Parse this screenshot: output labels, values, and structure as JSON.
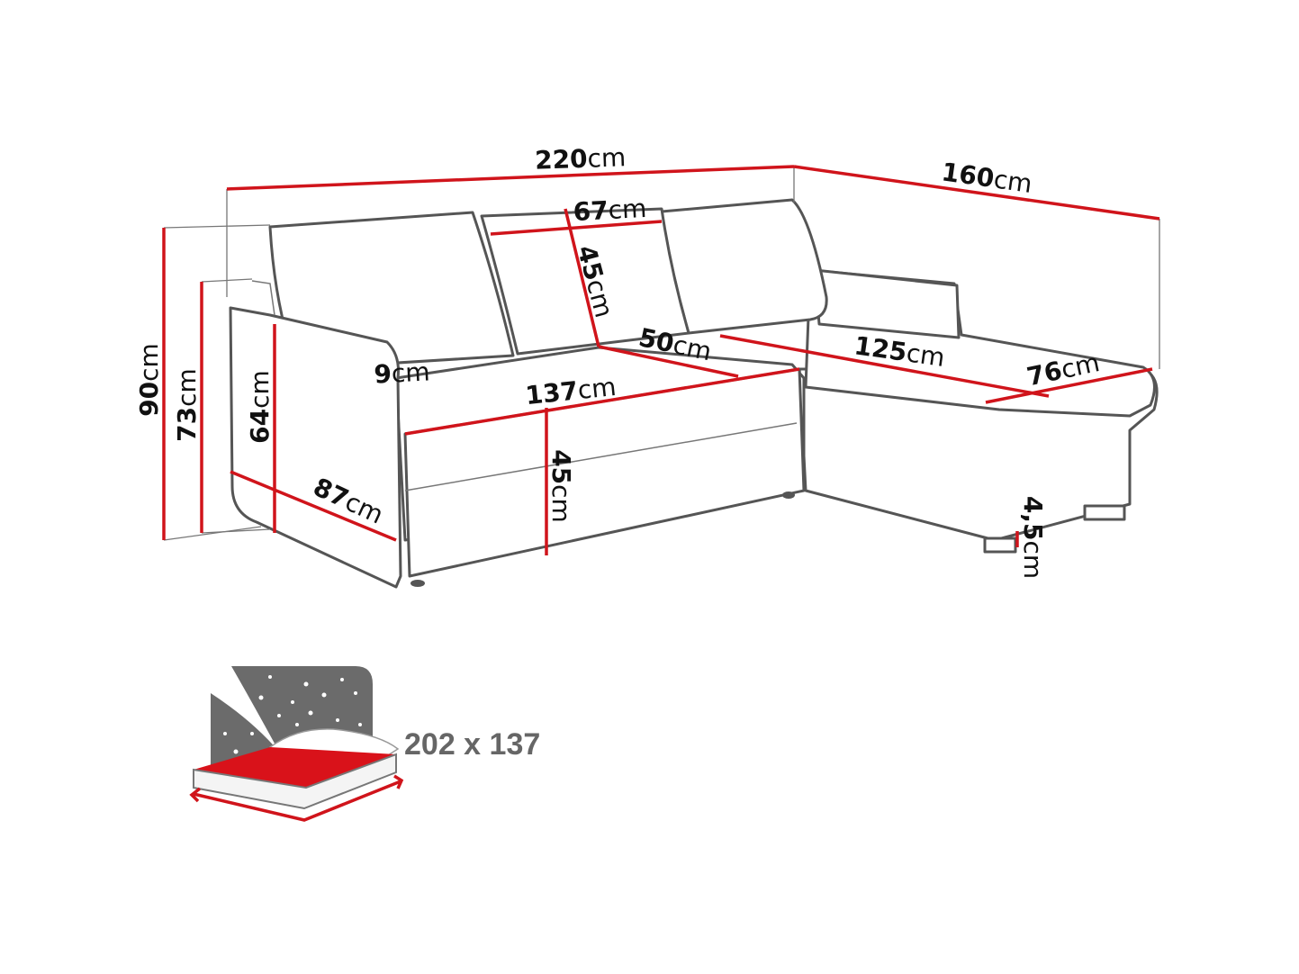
{
  "title": "Corner sofa dimensions",
  "colors": {
    "dimension_line": "#d0141b",
    "outline": "#555555",
    "bed_icon_gray": "#6b6b6b",
    "bed_icon_red": "#d9121a"
  },
  "unit": "cm",
  "dimensions": {
    "total_width": {
      "value": "220",
      "unit": "cm"
    },
    "chaise_depth": {
      "value": "160",
      "unit": "cm"
    },
    "cushion_width": {
      "value": "67",
      "unit": "cm"
    },
    "backrest_height": {
      "value": "45",
      "unit": "cm"
    },
    "seat_depth": {
      "value": "50",
      "unit": "cm"
    },
    "chaise_length": {
      "value": "125",
      "unit": "cm"
    },
    "chaise_width": {
      "value": "76",
      "unit": "cm"
    },
    "armrest_width": {
      "value": "9",
      "unit": "cm"
    },
    "seat_width": {
      "value": "137",
      "unit": "cm"
    },
    "total_height": {
      "value": "90",
      "unit": "cm"
    },
    "back_height": {
      "value": "73",
      "unit": "cm"
    },
    "armrest_height": {
      "value": "64",
      "unit": "cm"
    },
    "total_depth": {
      "value": "87",
      "unit": "cm"
    },
    "seat_height": {
      "value": "45",
      "unit": "cm"
    },
    "leg_height": {
      "value": "4,5",
      "unit": "cm"
    }
  },
  "sleeping_area": {
    "label": "202 x 137"
  }
}
